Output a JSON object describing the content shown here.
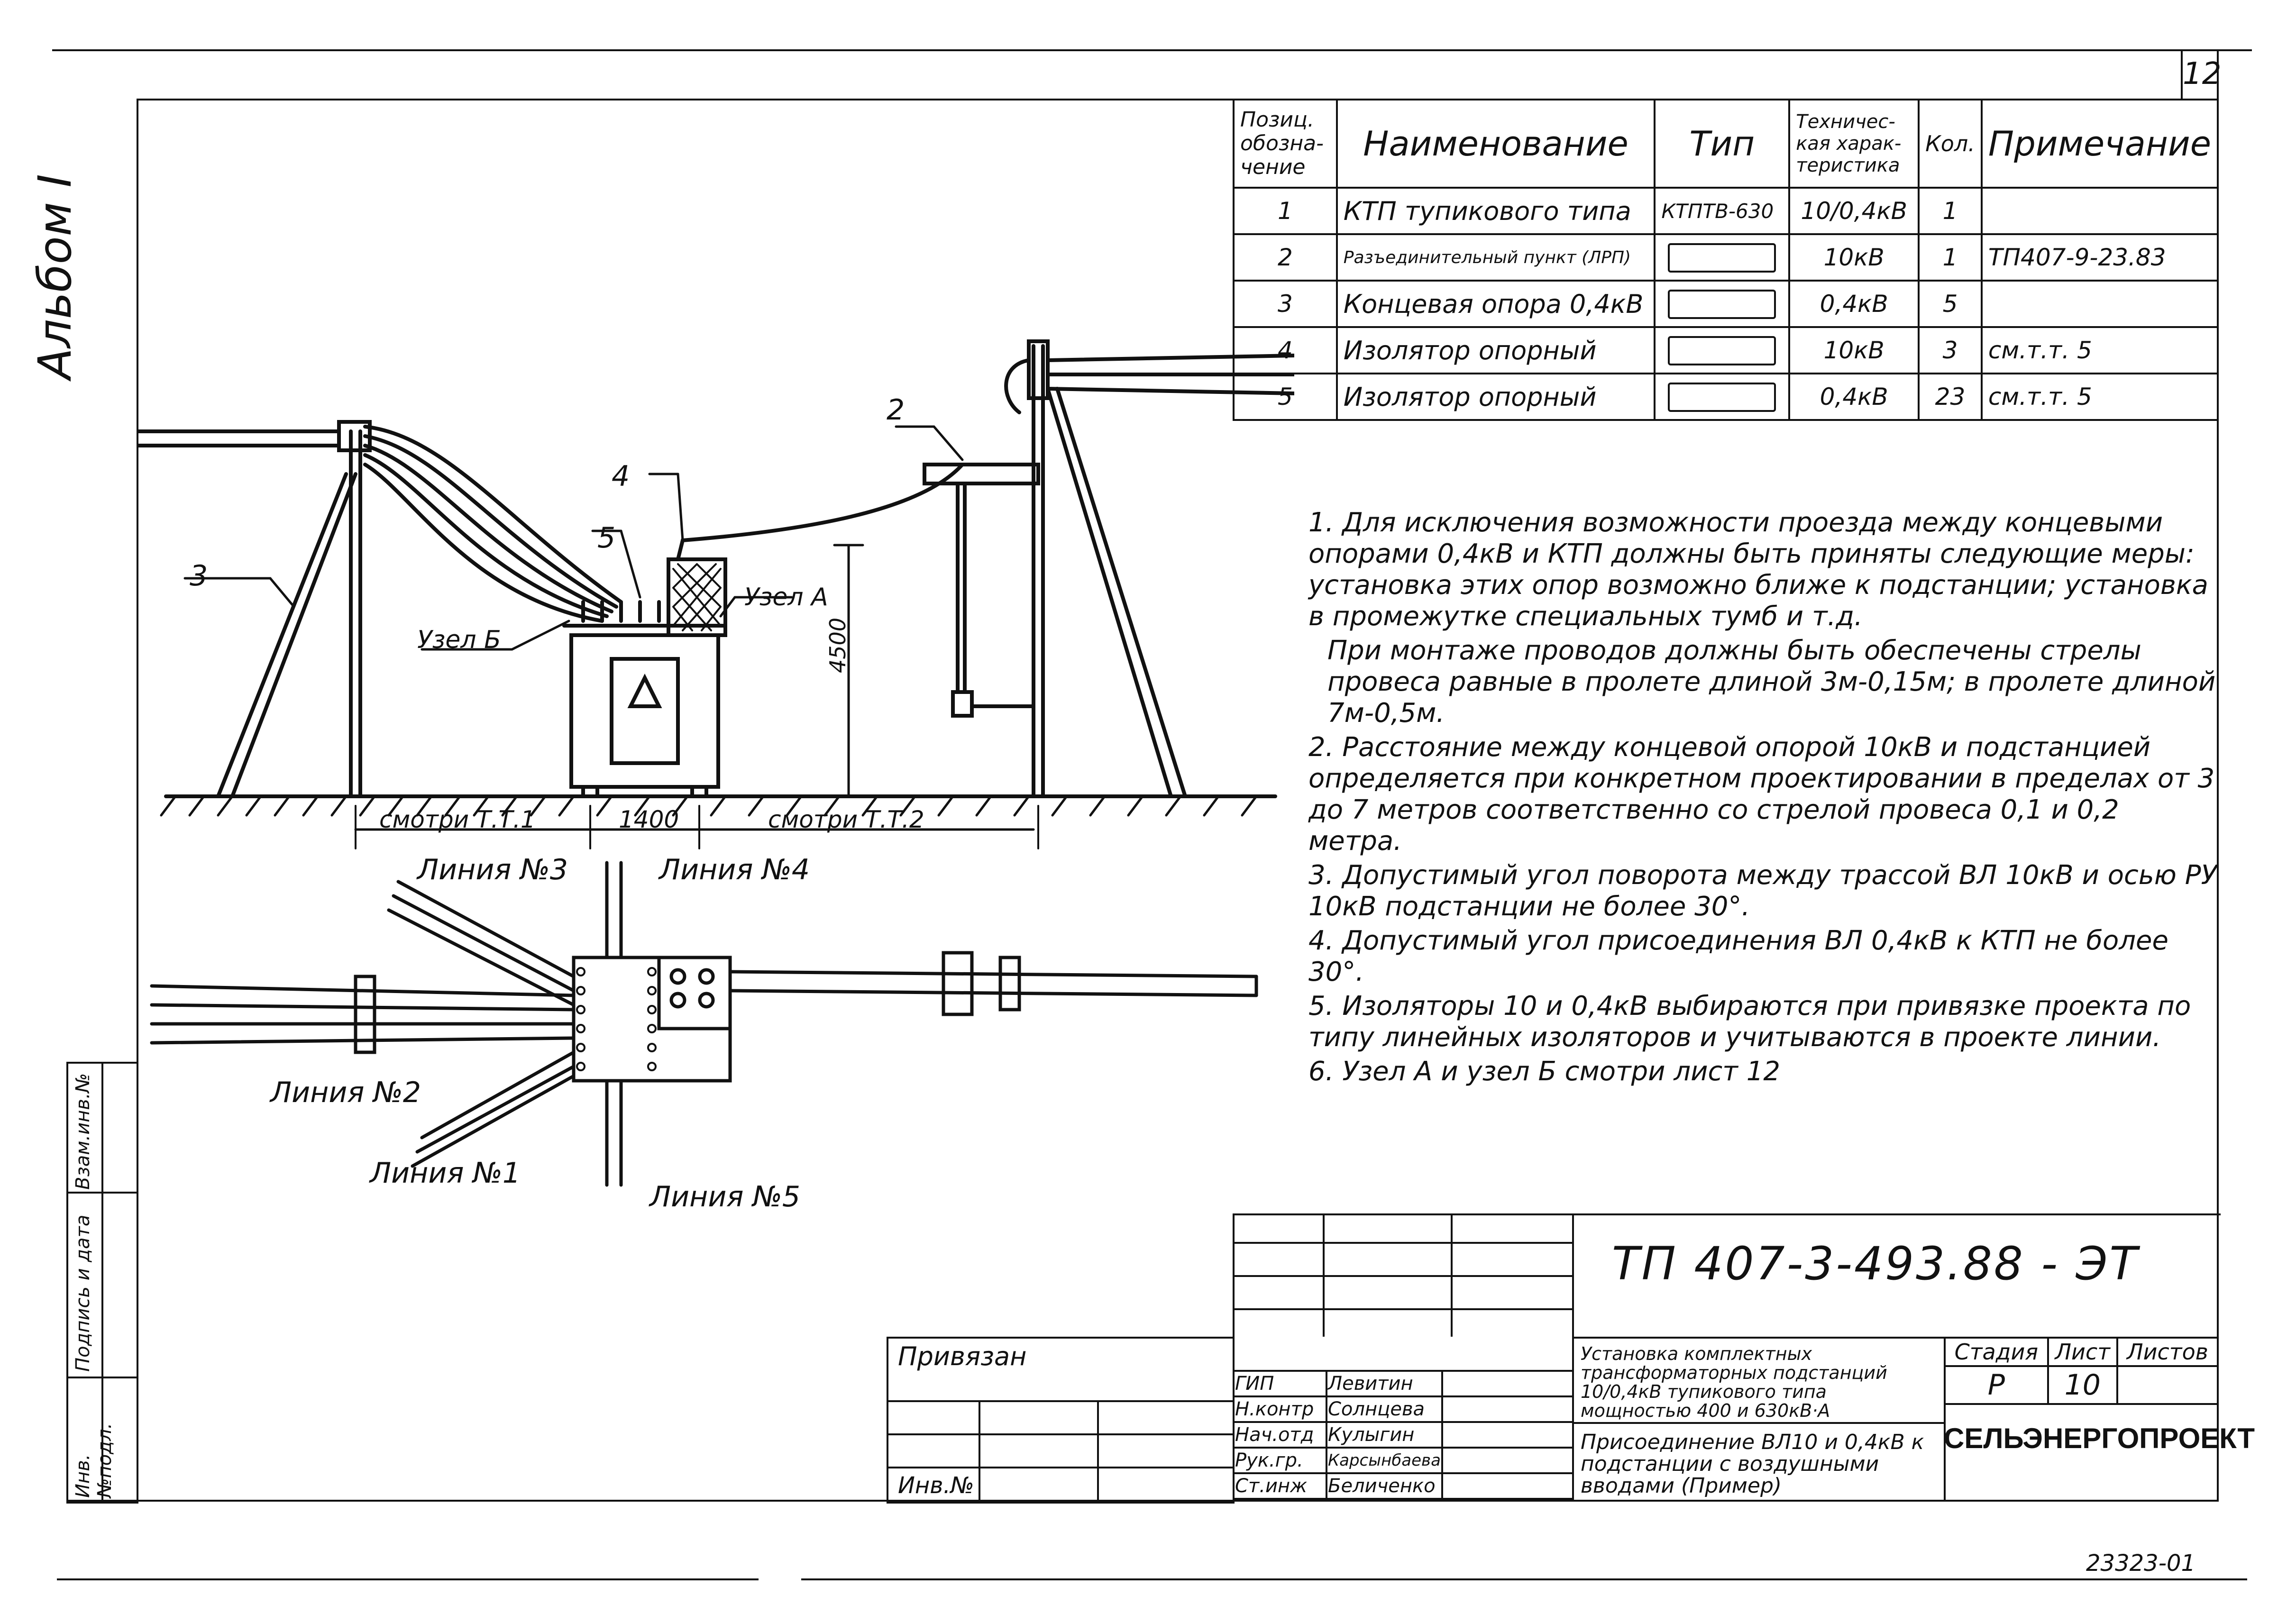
{
  "page_number": "12",
  "album_label": "Альбом I",
  "side_labels": {
    "inv_podl": "Инв. №подл.",
    "podpis_data": "Подпись и дата",
    "vzam_inv": "Взам.инв.№"
  },
  "spec_table": {
    "headers": [
      "Позиц. обозна- чение",
      "Наименование",
      "Тип",
      "Техничес- кая харак- теристика",
      "Кол.",
      "Примечание"
    ],
    "rows": [
      {
        "pos": "1",
        "name": "КТП тупикового типа",
        "type": "КТПТВ-630",
        "char": "10/0,4кВ",
        "qty": "1",
        "note": ""
      },
      {
        "pos": "2",
        "name": "Разъединительный пункт (ЛРП)",
        "type": "",
        "char": "10кВ",
        "qty": "1",
        "note": "ТП407-9-23.83"
      },
      {
        "pos": "3",
        "name": "Концевая опора 0,4кВ",
        "type": "",
        "char": "0,4кВ",
        "qty": "5",
        "note": ""
      },
      {
        "pos": "4",
        "name": "Изолятор опорный",
        "type": "",
        "char": "10кВ",
        "qty": "3",
        "note": "см.т.т. 5"
      },
      {
        "pos": "5",
        "name": "Изолятор опорный",
        "type": "",
        "char": "0,4кВ",
        "qty": "23",
        "note": "см.т.т. 5"
      }
    ]
  },
  "notes": [
    "1. Для исключения возможности проезда между концевыми опорами 0,4кВ и КТП должны быть приняты следующие меры: установка этих опор возможно ближе к подстанции; установка в промежутке специальных тумб и т.д.",
    "При монтаже проводов должны быть обеспечены стрелы провеса равные в пролете длиной 3м-0,15м; в пролете длиной 7м-0,5м.",
    "2. Расстояние между концевой опорой 10кВ и подстанцией определяется при конкретном проектировании в пределах от 3 до 7 метров соответственно со стрелой провеса 0,1 и 0,2 метра.",
    "3. Допустимый угол поворота между трассой ВЛ 10кВ и осью РУ 10кВ подстанции не более 30°.",
    "4. Допустимый угол присоединения ВЛ 0,4кВ к КТП не более 30°.",
    "5. Изоляторы 10 и 0,4кВ выбираются при привязке проекта по типу линейных изоляторов и учитываются в проекте линии.",
    "6. Узел А и узел Б смотри лист 12"
  ],
  "elevation_labels": {
    "pos2": "2",
    "pos3": "3",
    "pos4": "4",
    "pos5": "5",
    "uzel_a": "Узел А",
    "uzel_b": "Узел Б",
    "height": "4500",
    "dim_left": "смотри Т.Т.1",
    "dim_mid": "1400",
    "dim_right": "смотри Т.Т.2"
  },
  "plan_labels": {
    "line1": "Линия №1",
    "line2": "Линия №2",
    "line3": "Линия №3",
    "line4": "Линия №4",
    "line5": "Линия №5"
  },
  "title_block": {
    "doc_code": "ТП 407-3-493.88 - ЭТ",
    "privyazan": "Привязан",
    "inv_no": "Инв.№",
    "roles": [
      "ГИП",
      "Н.контр",
      "Нач.отд",
      "Рук.гр.",
      "Ст.инж"
    ],
    "names": [
      "Левитин",
      "Солнцева",
      "Кулыгин",
      "Карсынбаева",
      "Беличенко"
    ],
    "project_title": "Установка комплектных трансформаторных подстанций 10/0,4кВ тупикового типа мощностью 400 и 630кВ·А",
    "sheet_title": "Присоединение ВЛ10 и 0,4кВ к подстанции с воздушными вводами (Пример)",
    "stage_label": "Стадия",
    "sheet_label": "Лист",
    "sheets_label": "Листов",
    "stage": "Р",
    "sheet": "10",
    "sheets": "",
    "org": "СЕЛЬЭНЕРГОПРОЕКТ"
  },
  "archive_number": "23323-01"
}
